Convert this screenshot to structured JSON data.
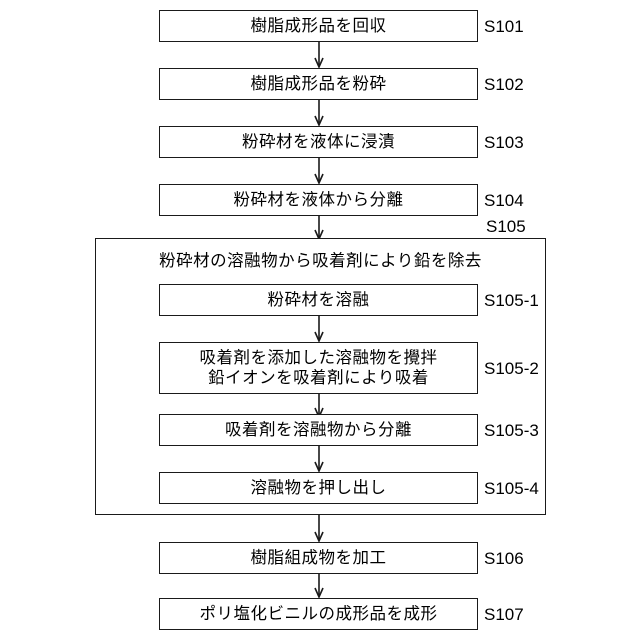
{
  "diagram": {
    "type": "flowchart",
    "orientation": "vertical",
    "title_present": false,
    "colors": {
      "background": "#ffffff",
      "stroke": "#1a1a1a",
      "text": "#000000"
    },
    "steps": [
      {
        "id": "s101",
        "code": "S101",
        "text": "樹脂成形品を回収"
      },
      {
        "id": "s102",
        "code": "S102",
        "text": "樹脂成形品を粉砕"
      },
      {
        "id": "s103",
        "code": "S103",
        "text": "粉砕材を液体に浸漬"
      },
      {
        "id": "s104",
        "code": "S104",
        "text": "粉砕材を液体から分離"
      }
    ],
    "group": {
      "id": "s105",
      "code": "S105",
      "title": "粉砕材の溶融物から吸着剤により鉛を除去",
      "substeps": [
        {
          "id": "s105-1",
          "code": "S105-1",
          "text": "粉砕材を溶融"
        },
        {
          "id": "s105-2",
          "code": "S105-2",
          "text": "吸着剤を添加した溶融物を攪拌\n鉛イオンを吸着剤により吸着"
        },
        {
          "id": "s105-3",
          "code": "S105-3",
          "text": "吸着剤を溶融物から分離"
        },
        {
          "id": "s105-4",
          "code": "S105-4",
          "text": "溶融物を押し出し"
        }
      ]
    },
    "steps_after": [
      {
        "id": "s106",
        "code": "S106",
        "text": "樹脂組成物を加工"
      },
      {
        "id": "s107",
        "code": "S107",
        "text": "ポリ塩化ビニルの成形品を成形"
      }
    ]
  }
}
